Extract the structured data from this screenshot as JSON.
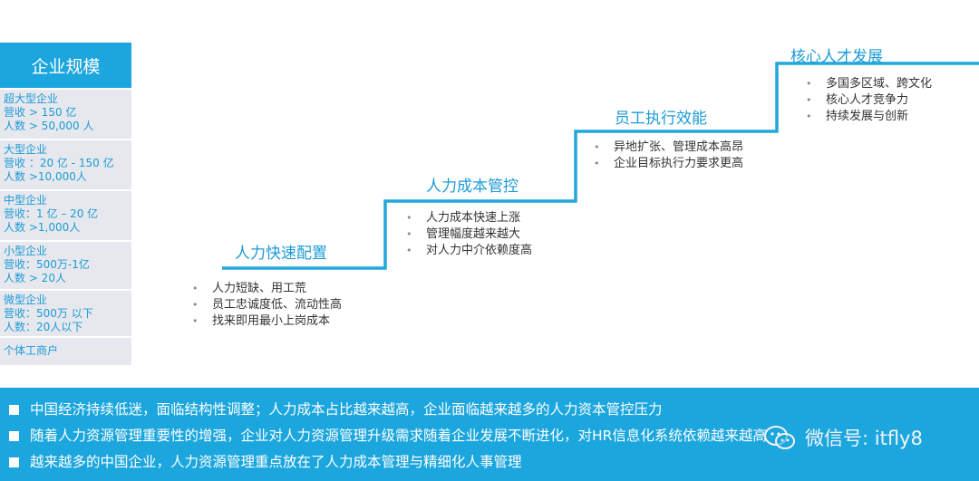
{
  "sidebar": {
    "title": "企业规模",
    "items": [
      {
        "lines": [
          "超大型企业",
          "营收 > 150 亿",
          "人数 > 50,000 人"
        ]
      },
      {
        "lines": [
          "大型企业",
          "营收 ：20 亿 - 150 亿",
          "人数 >10,000人"
        ]
      },
      {
        "lines": [
          "中型企业",
          "营收：1 亿 – 20 亿",
          "人数 >1,000人"
        ]
      },
      {
        "lines": [
          "小型企业",
          "营收：500万-1亿",
          "人数 > 20人"
        ]
      },
      {
        "lines": [
          "微型企业",
          "营收：500万 以下",
          "人数：20人以下"
        ]
      },
      {
        "lines": [
          "个体工商户"
        ]
      }
    ]
  },
  "stages": [
    {
      "title": "人力快速配置",
      "bullets": [
        "人力短缺、用工荒",
        "员工忠诚度低、流动性高",
        "找来即用最小上岗成本"
      ]
    },
    {
      "title": "人力成本管控",
      "bullets": [
        "人力成本快速上涨",
        "管理幅度越来越大",
        "对人力中介依赖度高"
      ]
    },
    {
      "title": "员工执行效能",
      "bullets": [
        "异地扩张、管理成本高昂",
        "企业目标执行力要求更高"
      ]
    },
    {
      "title": "核心人才发展",
      "bullets": [
        "多国多区域、跨文化",
        "核心人才竞争力",
        "持续发展与创新"
      ]
    }
  ],
  "banner": {
    "lines": [
      "中国经济持续低迷，面临结构性调整；人力成本占比越来越高，企业面临越来越多的人力资本管控压力",
      "随着人力资源管理重要性的增强，企业对人力资源管理升级需求随着企业发展不断进化，对HR信息化系统依赖越来越高",
      "越来越多的中国企业，人力资源管理重点放在了人力成本管理与精细化人事管理"
    ]
  },
  "watermark": {
    "text": "微信号: itfly8",
    "icon": "wechat-icon"
  },
  "colors": {
    "accent": "#1ca6de",
    "stair_line": "#22a7dc",
    "sidebar_bg": "#e6e8ee"
  }
}
